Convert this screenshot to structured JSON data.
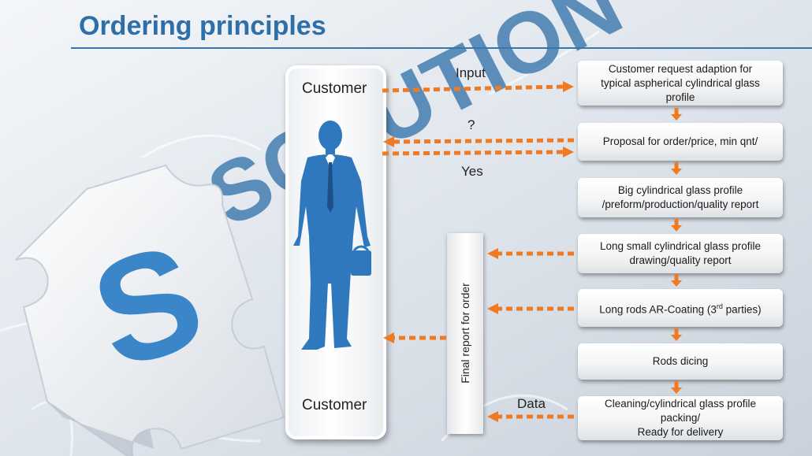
{
  "title": "Ordering principles",
  "customer_top": "Customer",
  "customer_bottom": "Customer",
  "final_report": "Final report for order",
  "labels": {
    "input": "Input",
    "question": "?",
    "yes": "Yes",
    "data": "Data"
  },
  "steps": [
    {
      "lines": [
        "Customer request adaption for",
        "typical aspherical cylindrical glass",
        "profile"
      ]
    },
    {
      "lines": [
        "Proposal for order/price, min qnt/"
      ]
    },
    {
      "lines": [
        "Big cylindrical glass profile",
        "/preform/production/quality report"
      ]
    },
    {
      "lines": [
        "Long small cylindrical glass profile",
        "drawing/quality report"
      ]
    },
    {
      "lines": [
        "Long rods AR-Coating (3rd parties)"
      ]
    },
    {
      "lines": [
        "Rods dicing"
      ]
    },
    {
      "lines": [
        "Cleaning/cylindrical glass profile",
        "packing/",
        "Ready for delivery"
      ]
    }
  ],
  "background_word": "SOLUTION",
  "puzzle_letter": "S",
  "colors": {
    "title": "#2f6fa8",
    "arrow": "#f07a22",
    "figure": "#2f78bd",
    "puzzle_letter": "#3b86c8"
  }
}
